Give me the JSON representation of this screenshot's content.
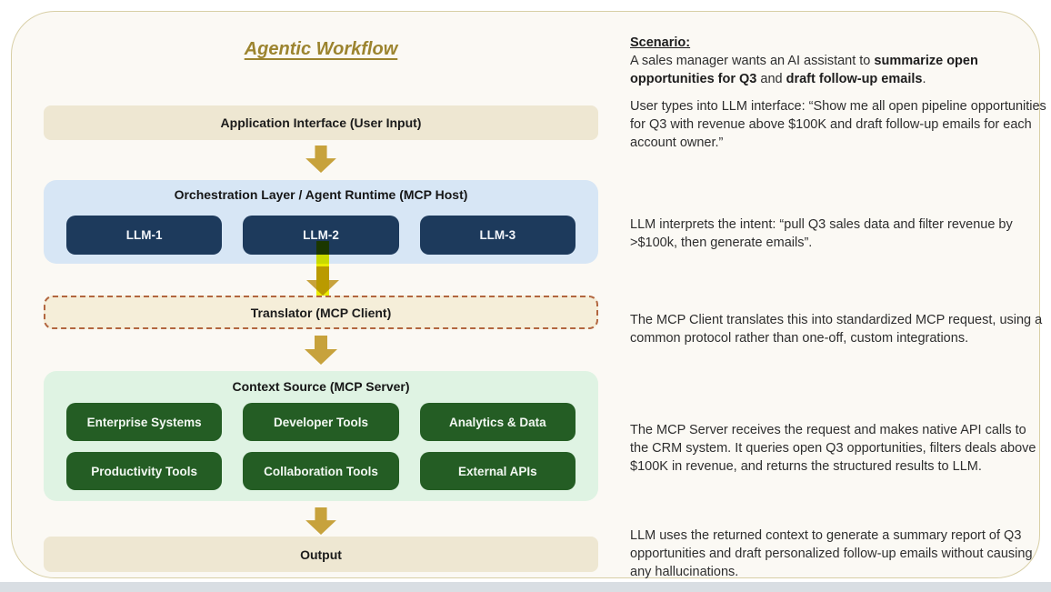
{
  "diagram": {
    "title": "Agentic Workflow",
    "app_interface_label": "Application Interface (User Input)",
    "orchestration": {
      "label": "Orchestration Layer / Agent Runtime (MCP Host)",
      "llms": [
        "LLM-1",
        "LLM-2",
        "LLM-3"
      ]
    },
    "translator_label": "Translator (MCP Client)",
    "context_source": {
      "label": "Context Source (MCP Server)",
      "tools": [
        "Enterprise Systems",
        "Developer Tools",
        "Analytics & Data",
        "Productivity Tools",
        "Collaboration Tools",
        "External APIs"
      ]
    },
    "output_label": "Output"
  },
  "notes": {
    "scenario_heading": "Scenario:",
    "scenario": {
      "lead": "A sales manager wants an AI assistant to ",
      "bold1": "summarize open opportunities for Q3",
      "mid": " and ",
      "bold2": "draft follow-up emails",
      "end": "."
    },
    "user_query": "User types into LLM interface: “Show me all open pipeline opportunities for Q3 with revenue above $100K and draft follow-up emails for each account owner.”",
    "llm_intent": "LLM interprets the intent: “pull Q3 sales data and filter revenue by >$100k, then generate emails”.",
    "mcp_client": "The MCP Client translates this into standardized MCP request, using a common protocol rather than one-off, custom integrations.",
    "mcp_server": "The MCP Server receives the request and makes native API calls to the CRM system. It queries open Q3 opportunities, filters deals above $100K in revenue, and returns the structured results to LLM.",
    "output": "LLM uses the returned context to generate a summary report of Q3 opportunities and draft personalized follow-up emails without causing any hallucinations."
  },
  "colors": {
    "accent_gold": "#c7a23c",
    "title_gold": "#9c842f",
    "beige_box": "#eee7d2",
    "translator_fill": "#f5eed9",
    "translator_border": "#b2663f",
    "light_blue": "#d7e6f5",
    "navy": "#1d3a5c",
    "light_green": "#dff3e3",
    "dark_green": "#245d24",
    "highlight_yellow": "#eef200",
    "panel_bg": "#fbf9f4",
    "panel_border": "#d8cfa6"
  }
}
